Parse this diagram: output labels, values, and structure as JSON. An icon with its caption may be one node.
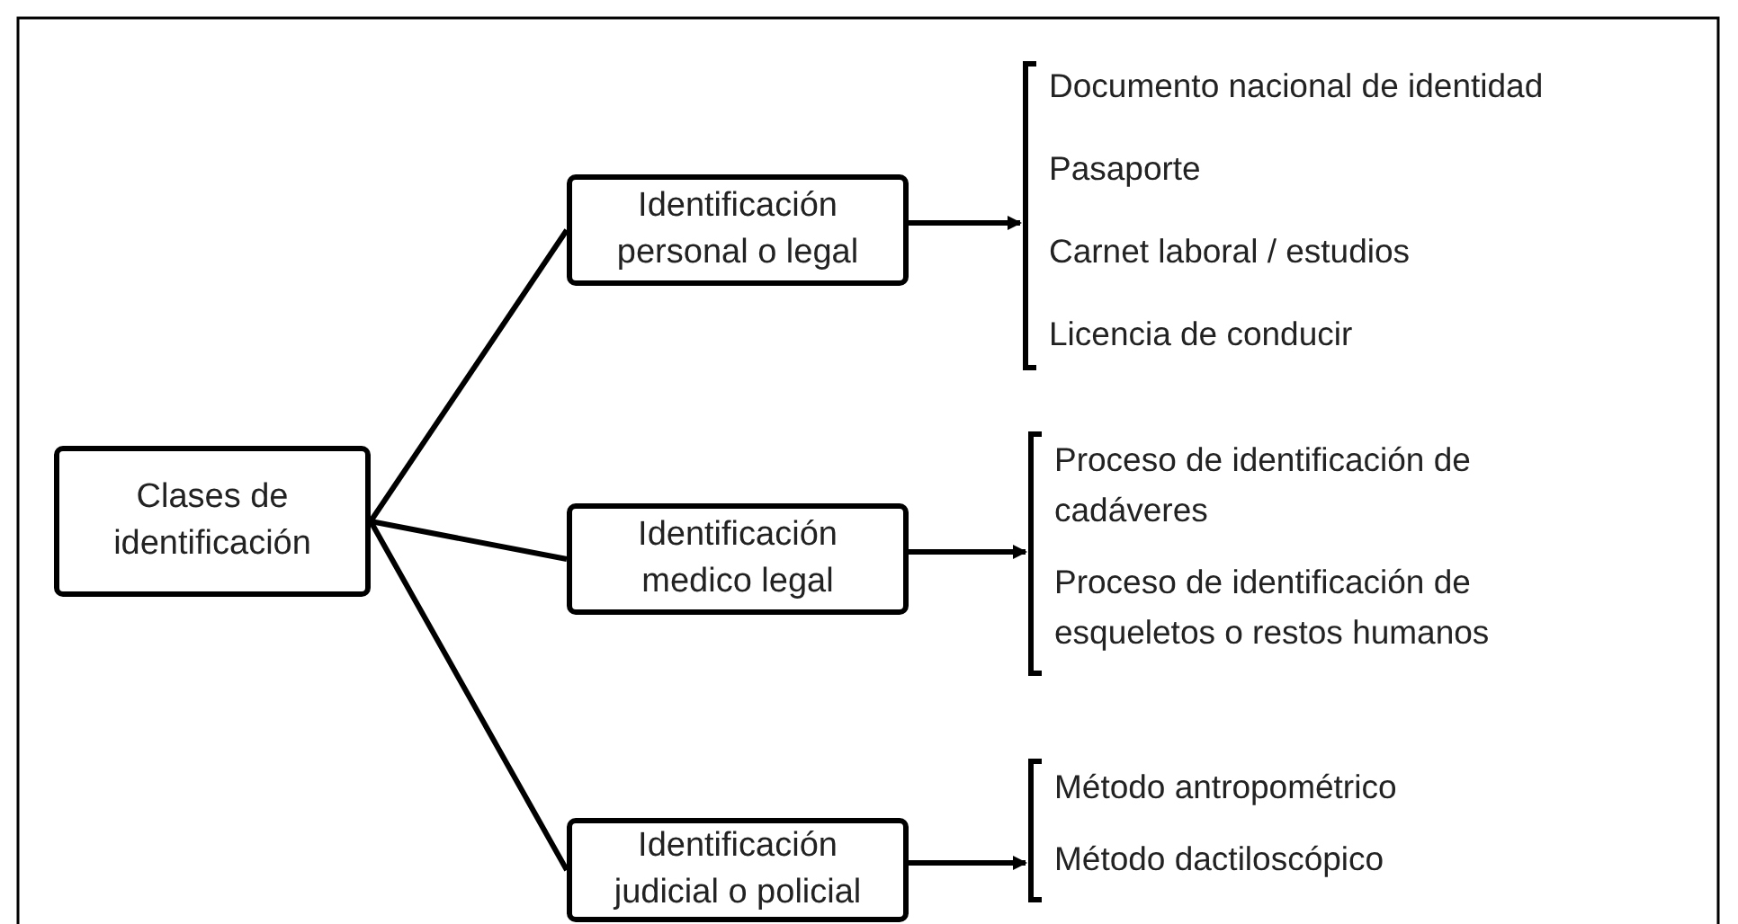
{
  "diagram": {
    "nodes": [
      {
        "text": [
          "Clases de identificación"
        ]
      },
      {
        "text": [
          "Identificación personal o legal"
        ]
      },
      {
        "text": [
          "Identificación medico legal"
        ]
      },
      {
        "text": [
          "Identificación judicial o policial"
        ]
      },
      {
        "text": [
          "Documento nacional de identidad",
          "Pasaporte",
          "Carnet laboral / estudios",
          "Licencia de conducir"
        ]
      },
      {
        "text": [
          "Proceso de identificación de cadáveres",
          "Proceso de identificación de esqueletos o restos humanos"
        ]
      },
      {
        "text": [
          "Método antropométrico",
          "Método dactiloscópico"
        ]
      }
    ],
    "edges": [
      {
        "from": 0,
        "to": 1,
        "arrow": "none"
      },
      {
        "from": 0,
        "to": 2,
        "arrow": "none"
      },
      {
        "from": 0,
        "to": 3,
        "arrow": "none"
      },
      {
        "from": 1,
        "to": 4,
        "arrow": "to"
      },
      {
        "from": 2,
        "to": 5,
        "arrow": "to"
      },
      {
        "from": 3,
        "to": 6,
        "arrow": "to"
      }
    ]
  }
}
